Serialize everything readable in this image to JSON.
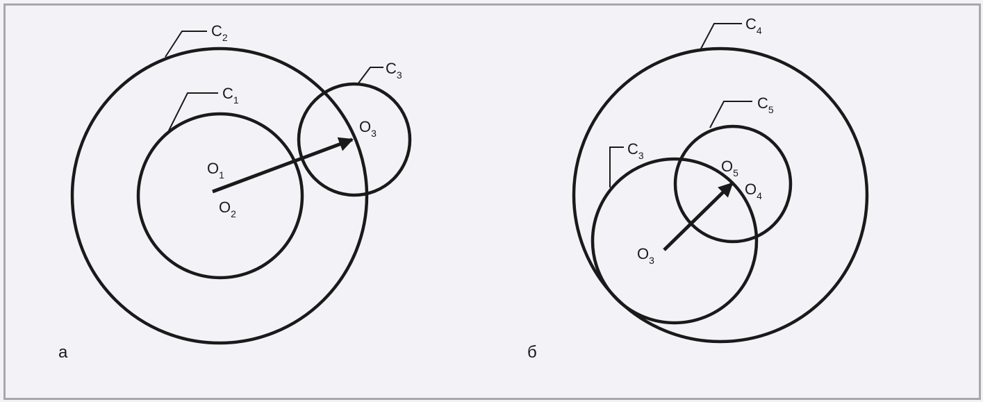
{
  "colors": {
    "background": "#f3f3f7",
    "border": "#a8a8ac",
    "ink": "#1a1a1a"
  },
  "panels": {
    "a": {
      "label": "а",
      "circle_labels": {
        "c1": {
          "base": "C",
          "sub": "1"
        },
        "c2": {
          "base": "C",
          "sub": "2"
        },
        "c3": {
          "base": "C",
          "sub": "3"
        }
      },
      "point_labels": {
        "o1": {
          "base": "O",
          "sub": "1"
        },
        "o2": {
          "base": "O",
          "sub": "2"
        },
        "o3": {
          "base": "O",
          "sub": "3"
        }
      }
    },
    "b": {
      "label": "б",
      "circle_labels": {
        "c3": {
          "base": "C",
          "sub": "3"
        },
        "c4": {
          "base": "C",
          "sub": "4"
        },
        "c5": {
          "base": "C",
          "sub": "5"
        }
      },
      "point_labels": {
        "o3": {
          "base": "O",
          "sub": "3"
        },
        "o4": {
          "base": "O",
          "sub": "4"
        },
        "o5": {
          "base": "O",
          "sub": "5"
        }
      }
    }
  }
}
